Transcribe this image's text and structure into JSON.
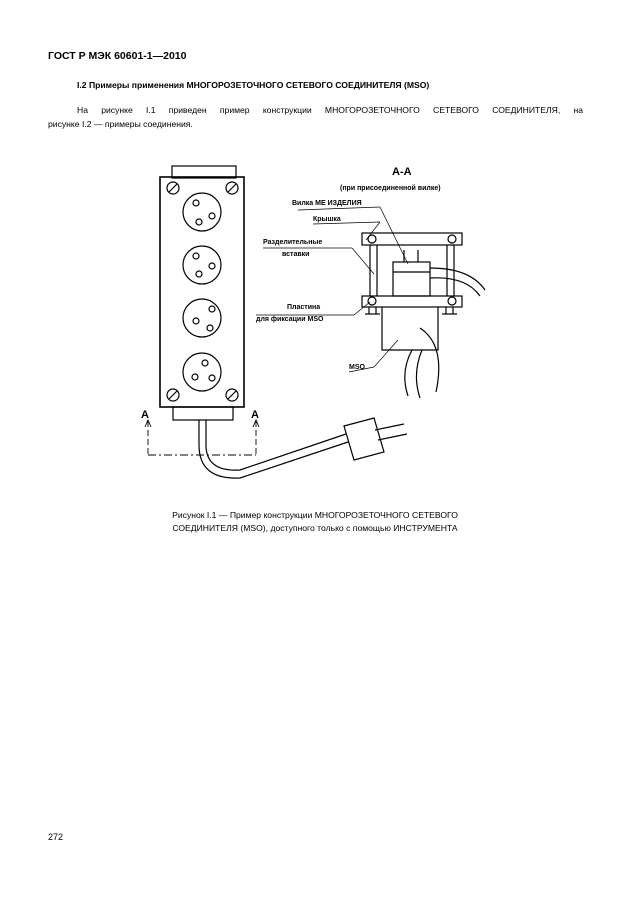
{
  "header": {
    "standard": "ГОСТ Р МЭК 60601-1—2010"
  },
  "section": {
    "heading": "I.2 Примеры применения МНОГОРОЗЕТОЧНОГО СЕТЕВОГО СОЕДИНИТЕЛЯ (MSO)"
  },
  "paragraph": {
    "line1": "На рисунке I.1 приведен пример конструкции МНОГОРОЗЕТОЧНОГО СЕТЕВОГО СОЕДИНИТЕЛЯ, на",
    "line2": "рисунке I.2 — примеры соединения."
  },
  "figure": {
    "section_letter_left": "А",
    "section_letter_right": "А",
    "section_title": "А-А",
    "section_subtitle": "(при присоединенной вилке)",
    "labels": {
      "plug": "Вилка МЕ ИЗДЕЛИЯ",
      "cover": "Крышка",
      "separators_line1": "Разделительные",
      "separators_line2": "вставки",
      "plate_line1": "Пластина",
      "plate_line2": "для фиксации MSO",
      "mso": "MSO"
    }
  },
  "caption": {
    "line1": "Рисунок I.1 — Пример конструкции МНОГОРОЗЕТОЧНОГО СЕТЕВОГО",
    "line2": "СОЕДИНИТЕЛЯ (MSO), доступного только с помощью  ИНСТРУМЕНТА"
  },
  "page_number": "272"
}
